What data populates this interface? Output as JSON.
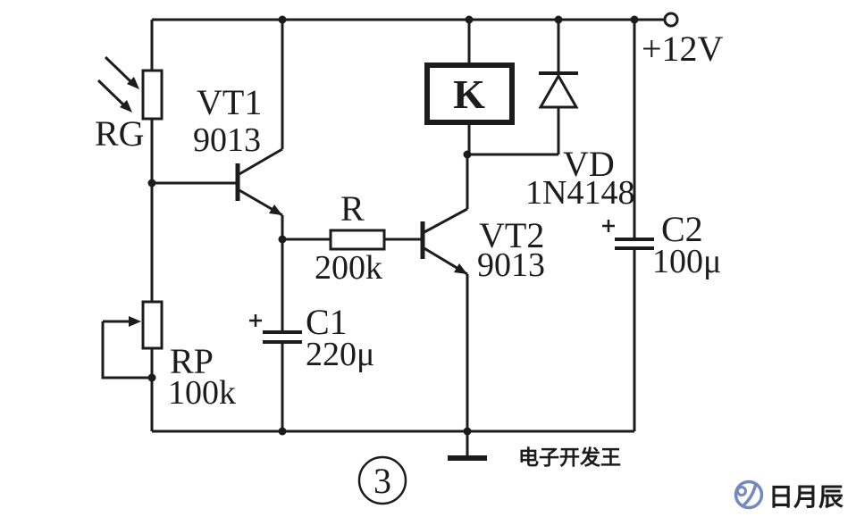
{
  "colors": {
    "background": "#ffffff",
    "line": "#1c1c1c",
    "watermark": "#7289c2"
  },
  "power": {
    "label": "+12V"
  },
  "components": {
    "rg": {
      "ref": "RG"
    },
    "vt1": {
      "ref": "VT1",
      "value": "9013"
    },
    "r": {
      "ref": "R",
      "value": "200k"
    },
    "c1": {
      "ref": "C1",
      "value": "220μ"
    },
    "rp": {
      "ref": "RP",
      "value": "100k"
    },
    "k": {
      "ref": "K"
    },
    "vd": {
      "ref": "VD",
      "value": "1N4148"
    },
    "vt2": {
      "ref": "VT2",
      "value": "9013"
    },
    "c2": {
      "ref": "C2",
      "value": "100μ"
    }
  },
  "annotations": {
    "caption": "电子开发王",
    "figure_number": "3"
  },
  "watermark": {
    "text": "日月辰"
  }
}
